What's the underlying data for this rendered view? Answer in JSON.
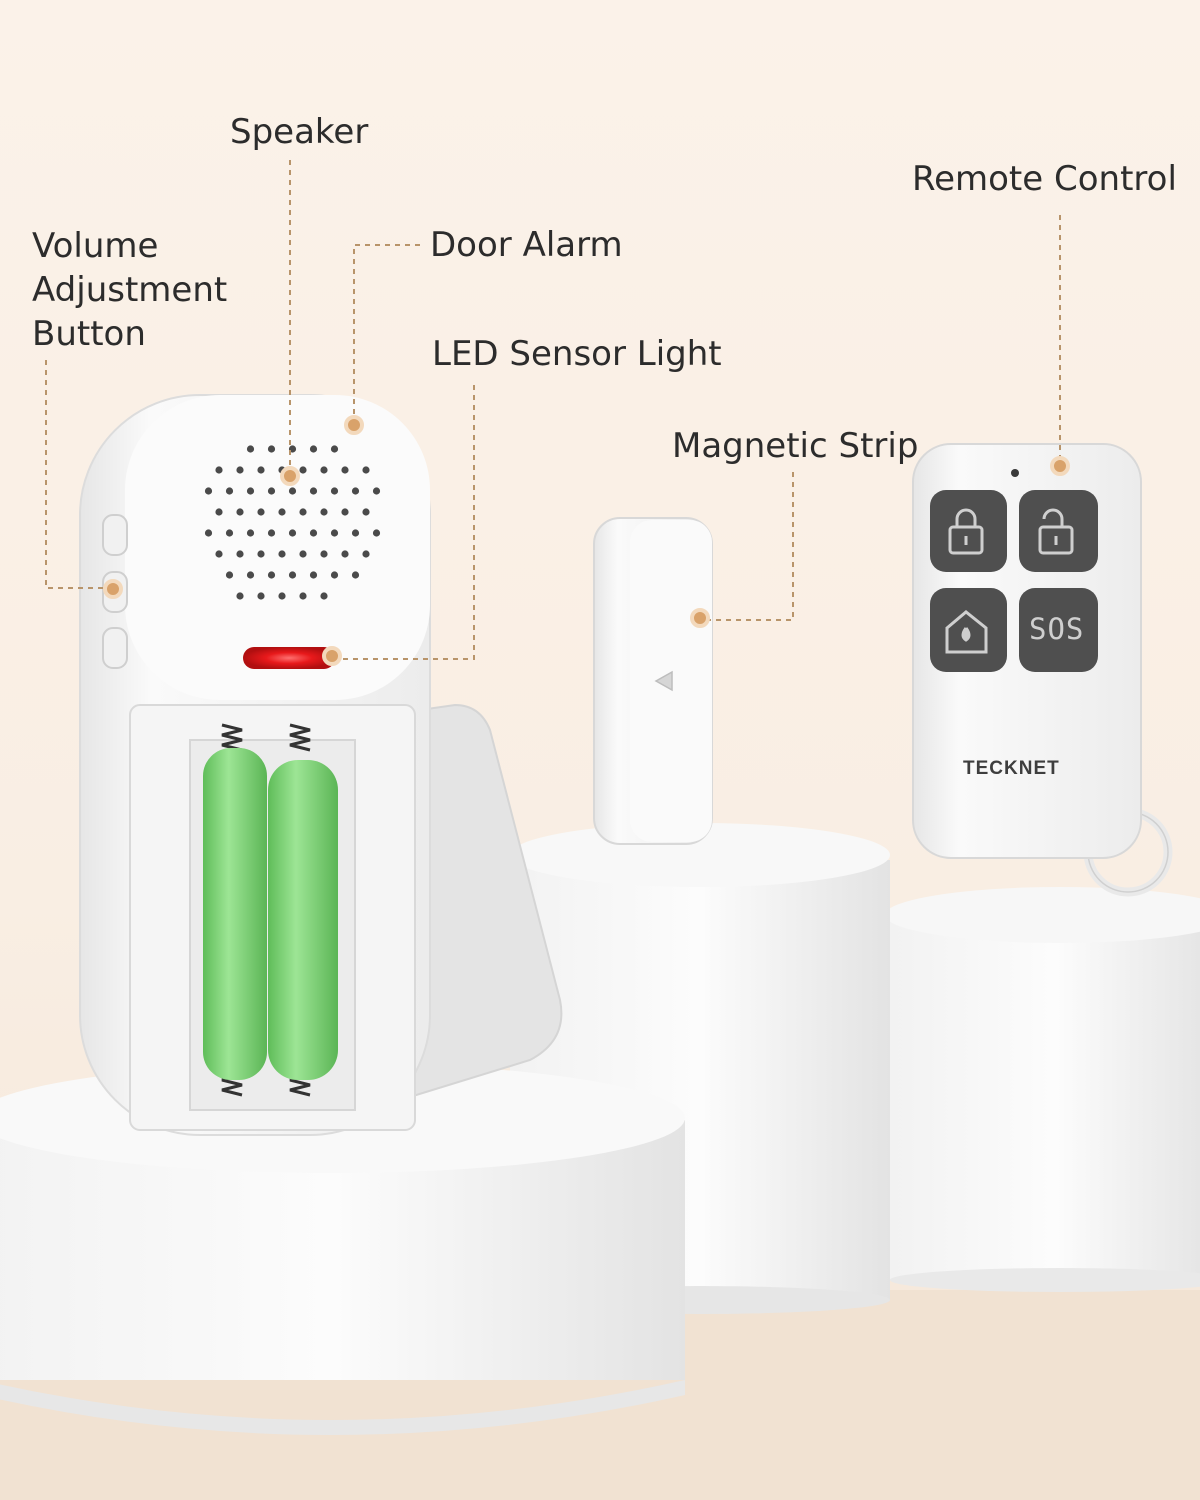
{
  "callouts": {
    "speaker": "Speaker",
    "door_alarm": "Door Alarm",
    "volume_line1": "Volume",
    "volume_line2": "Adjustment",
    "volume_line3": "Button",
    "led_sensor_light": "LED Sensor Light",
    "magnetic_strip": "Magnetic Strip",
    "remote_control": "Remote Control"
  },
  "remote": {
    "brand": "TECKNET",
    "sos_label": "SOS"
  },
  "colors": {
    "background": "#fbf2e9",
    "callout_dot": "#d9a26a",
    "callout_line": "#b8946a",
    "device_white": "#f7f7f7",
    "battery_green": "#7ed67a",
    "led_red": "#e8191b",
    "button_gray": "#4f4f4f"
  },
  "icons": [
    "lock-icon",
    "unlock-icon",
    "home-icon",
    "sos-icon"
  ]
}
